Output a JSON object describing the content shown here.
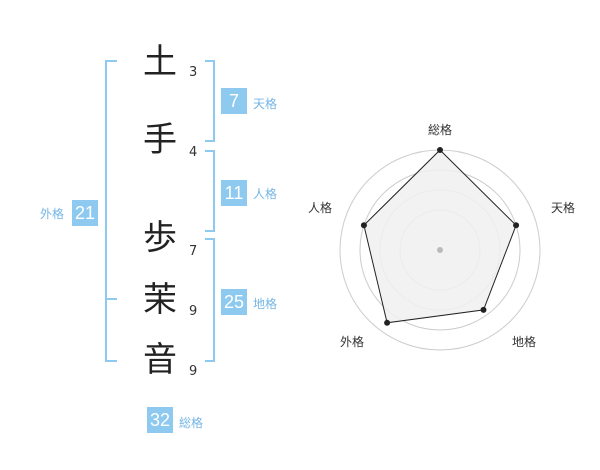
{
  "name_chars": [
    {
      "char": "土",
      "strokes": "3"
    },
    {
      "char": "手",
      "strokes": "4"
    },
    {
      "char": "歩",
      "strokes": "7"
    },
    {
      "char": "茉",
      "strokes": "9"
    },
    {
      "char": "音",
      "strokes": "9"
    }
  ],
  "kakusu": {
    "tenkaku": {
      "value": "7",
      "label": "天格"
    },
    "jinkaku": {
      "value": "11",
      "label": "人格"
    },
    "chikaku": {
      "value": "25",
      "label": "地格"
    },
    "gaikaku": {
      "value": "21",
      "label": "外格"
    },
    "soukaku": {
      "value": "32",
      "label": "総格"
    }
  },
  "radar": {
    "labels": [
      "総格",
      "天格",
      "地格",
      "外格",
      "人格"
    ],
    "levels": [
      1.0,
      0.8,
      0.74,
      0.9,
      0.8
    ],
    "colors": {
      "fill": "#f0f0f0",
      "line": "#222222",
      "ring": "#cccccc",
      "point": "#222222",
      "center": "#bbbbbb"
    }
  }
}
